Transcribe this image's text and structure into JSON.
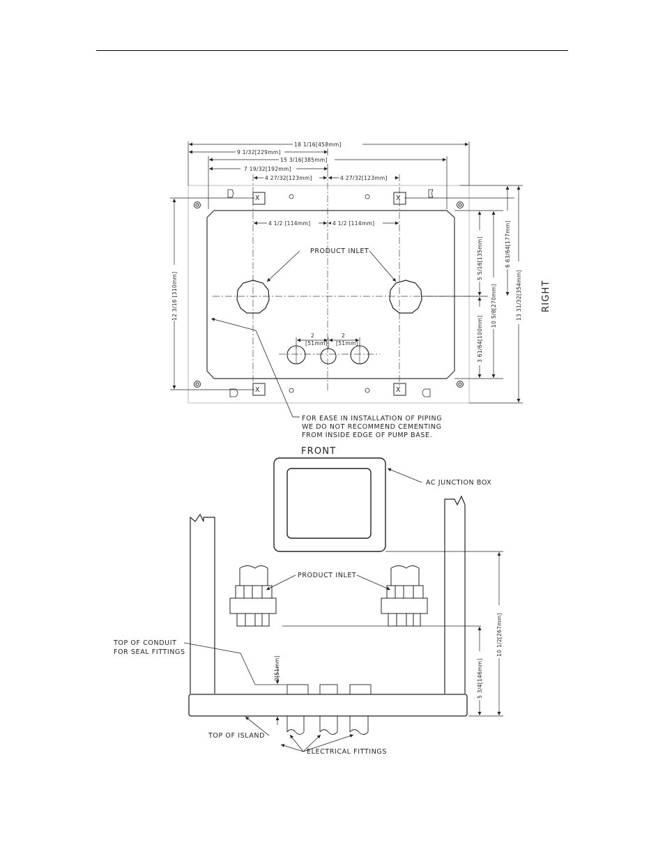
{
  "top_view": {
    "dims": {
      "overall_width": "18 1/16[458mm]",
      "half_width": "9 1/32[229mm]",
      "bolt_span": "15 3/16[385mm]",
      "bolt_to_center": "7 19/32[192mm]",
      "inlet_offset_left": "4 27/32[123mm]",
      "inlet_offset_right": "4 27/32[123mm]",
      "pitch_left": "4 1/2 [114mm]",
      "pitch_right": "4 1/2 [114mm]",
      "electrical_spacing_left_a": "2",
      "electrical_spacing_left_b": "[51mm]",
      "electrical_spacing_right_a": "2",
      "electrical_spacing_right_b": "[51mm]",
      "left_height": "12 3/16 [310mm]",
      "r1": "5 5/16[135mm]",
      "r2": "6 63/64[177mm]",
      "r3": "3 61/64[100mm]",
      "r4": "10 5/8[270mm]",
      "r5": "13 31/32[354mm]"
    },
    "labels": {
      "product_inlet": "PRODUCT INLET",
      "right": "RIGHT",
      "x_mark": "X",
      "note_line1": "FOR EASE IN INSTALLATION OF PIPING",
      "note_line2": "WE DO NOT RECOMMEND CEMENTING",
      "note_line3": "FROM INSIDE EDGE OF PUMP BASE."
    }
  },
  "front_view": {
    "labels": {
      "front": "FRONT",
      "ac_junction_box": "AC JUNCTION BOX",
      "product_inlet": "PRODUCT INLET",
      "top_of_conduit_1": "TOP OF CONDUIT",
      "top_of_conduit_2": "FOR SEAL FITTINGS",
      "top_of_island": "TOP OF ISLAND",
      "electrical_fittings": "ELECTRICAL FITTINGS"
    },
    "dims": {
      "conduit_height": "2[51mm]",
      "overall_height": "10 1/2[267mm]",
      "inlet_height": "5 3/4[146mm]"
    }
  }
}
